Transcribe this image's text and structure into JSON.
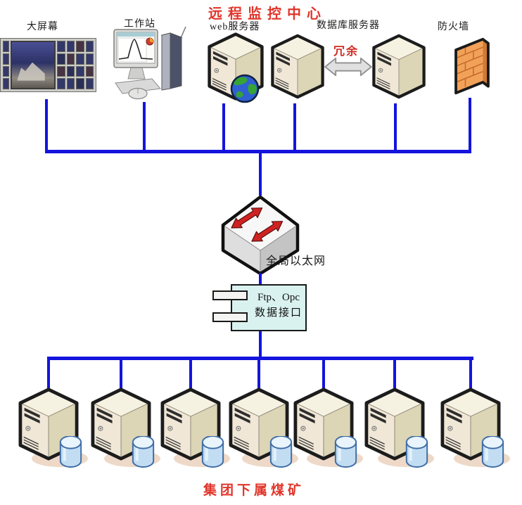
{
  "header": {
    "title": "远程监控中心"
  },
  "footer": {
    "title": "集团下属煤矿"
  },
  "devices": {
    "big_screen": {
      "label": "大屏幕"
    },
    "workstation": {
      "label": "工作站"
    },
    "web_server": {
      "label": "web服务器"
    },
    "database_server": {
      "label": "数据库服务器",
      "redundancy": "冗余"
    },
    "firewall": {
      "label": "防火墙"
    }
  },
  "switch": {
    "label": "全局以太网"
  },
  "interface_box": {
    "line1": "Ftp、Opc",
    "line2": "数据接口"
  },
  "mine_servers": {
    "count": 7
  },
  "colors": {
    "line_blue": "#1414dd",
    "accent_red": "#e0352b",
    "interface_fill": "#d9f2ef",
    "server_front": "#f0e7d7",
    "firewall_orange": "#f2a159",
    "cylinder_blue": "#c2ddf2"
  }
}
